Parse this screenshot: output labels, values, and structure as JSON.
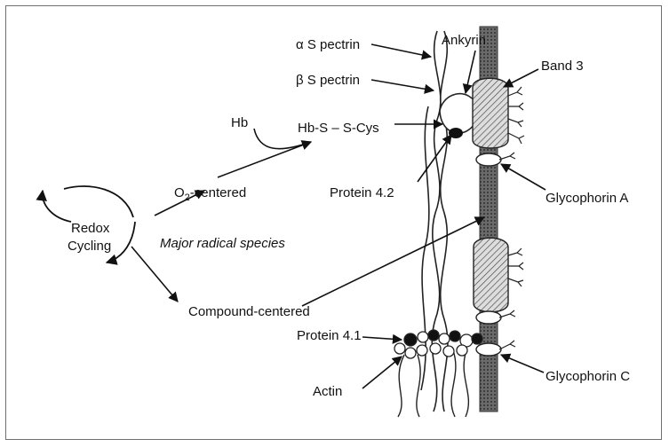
{
  "labels": {
    "alpha_spectrin": "α S pectrin",
    "beta_spectrin": "β S pectrin",
    "ankyrin": "Ankyrin",
    "band3": "Band 3",
    "hb": "Hb",
    "hb_s_s_cys": "Hb-S – S-Cys",
    "o2_centered_main": "O",
    "o2_centered_sub": "2",
    "o2_centered_rest": "-centered",
    "protein42": "Protein 4.2",
    "glycophorin_a": "Glycophorin A",
    "redox_line1": "Redox",
    "redox_line2": "Cycling",
    "major_radical": "Major radical species",
    "compound_centered": "Compound-centered",
    "protein41": "Protein 4.1",
    "actin": "Actin",
    "glycophorin_c": "Glycophorin C"
  },
  "colors": {
    "ink": "#111111",
    "membrane": "#5a5a5a",
    "frame": "#6f6f6f"
  }
}
